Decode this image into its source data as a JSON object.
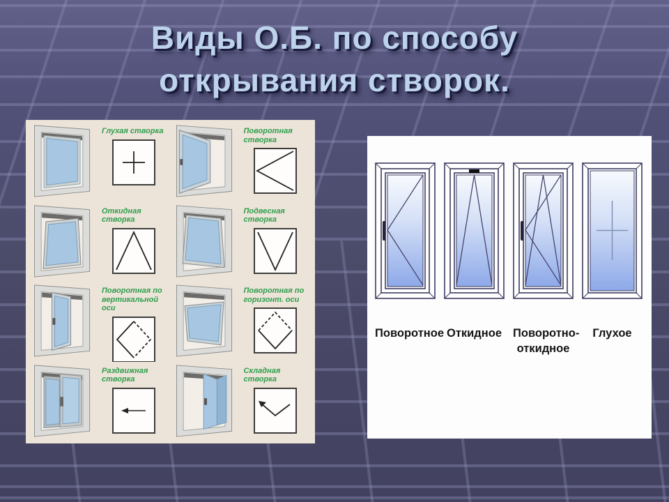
{
  "slide": {
    "title_line1": "Виды О.Б. по способу",
    "title_line2": "открывания створок."
  },
  "left_panel": {
    "items": [
      {
        "label": "Глухая створка",
        "symbol": "fixed-cross"
      },
      {
        "label": "Поворотная створка",
        "symbol": "turn-left-triangle"
      },
      {
        "label": "Откидная створка",
        "symbol": "tilt-up-triangle"
      },
      {
        "label": "Подвесная створка",
        "symbol": "hung-down-triangle"
      },
      {
        "label": "Поворотная по вертикальной оси",
        "symbol": "pivot-vertical-diamond"
      },
      {
        "label": "Поворотная по горизонт. оси",
        "symbol": "pivot-horizontal-diamond"
      },
      {
        "label": "Раздвижная створка",
        "symbol": "slide-left-arrow"
      },
      {
        "label": "Складная створка",
        "symbol": "fold-chevron-arrow"
      }
    ]
  },
  "right_panel": {
    "labels": [
      "Поворотное",
      "Откидное",
      "Поворотно-откидное",
      "Глухое"
    ]
  },
  "colors": {
    "background": "#4b4b6a",
    "grid_line": "#9f9fca",
    "title_text": "#bdd3ec",
    "title_shadow": "#1b1b3d",
    "left_panel_bg": "#ece4d8",
    "label_green": "#2f9e4d",
    "right_panel_bg": "#fdfdfe",
    "glass_blue": "#8ea9e9",
    "glass_light": "#f7fafe",
    "outline_navy": "#3b3b60",
    "photo_glass": "#a6c6e2"
  }
}
